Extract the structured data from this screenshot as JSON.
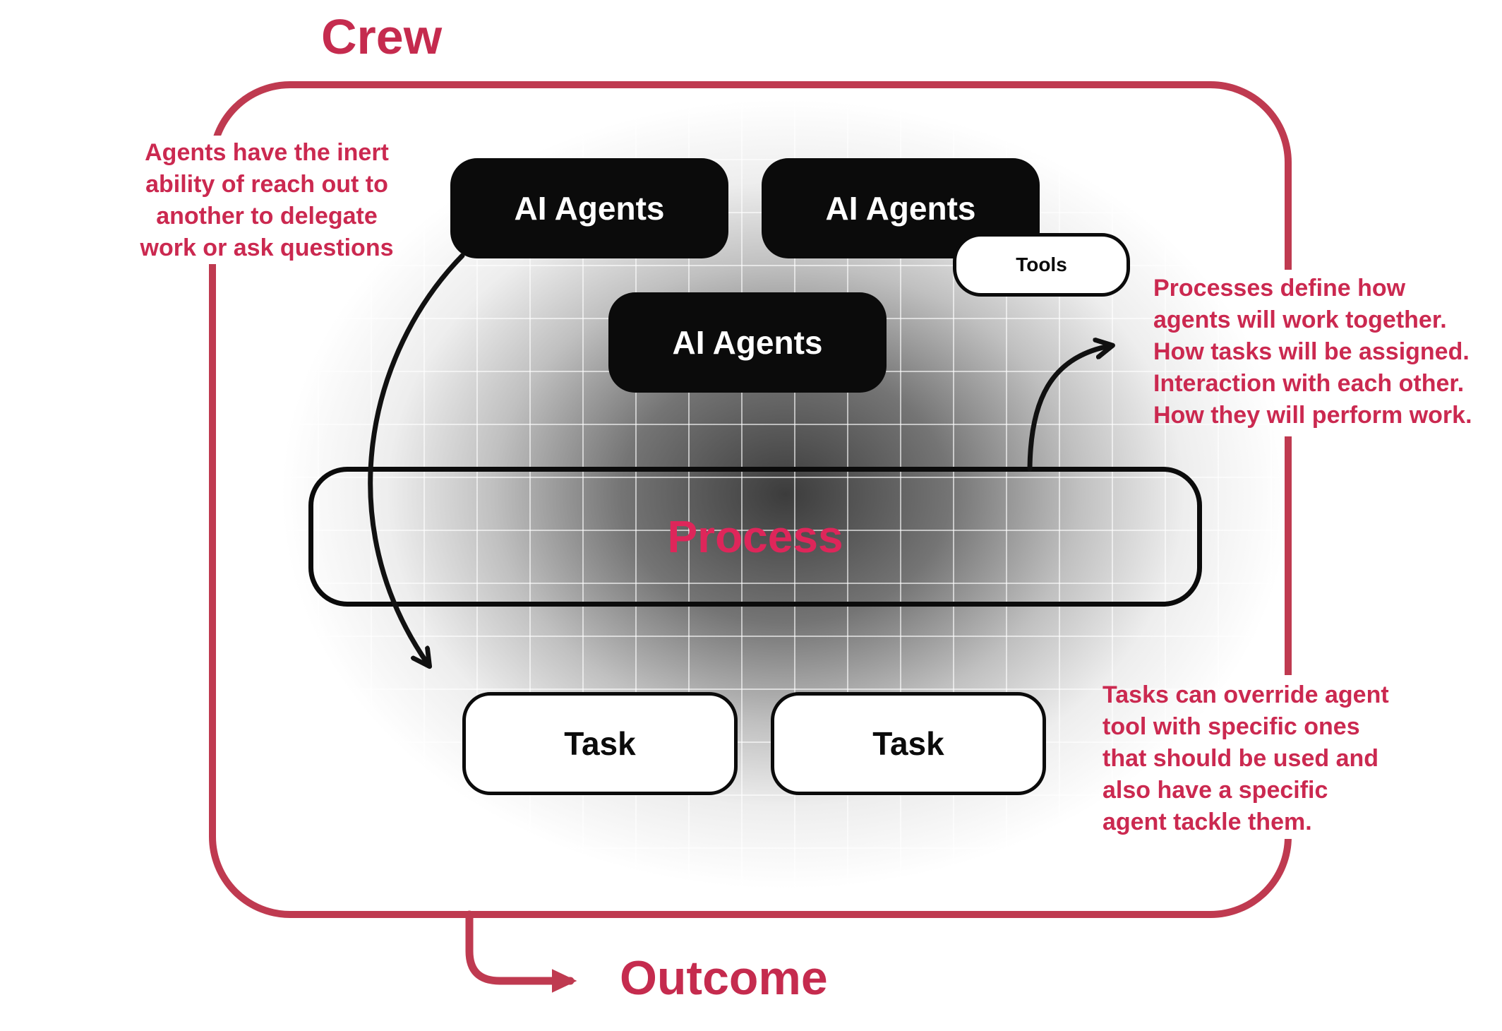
{
  "title": "Crew",
  "outcome": "Outcome",
  "nodes": {
    "agents": [
      "AI Agents",
      "AI Agents",
      "AI Agents"
    ],
    "tools": "Tools",
    "process": "Process",
    "tasks": [
      "Task",
      "Task"
    ]
  },
  "annotations": {
    "left": "Agents have the inert\nability of reach out to\nanother to delegate\nwork or ask questions",
    "right_top": "Processes define how\nagents will work together.\nHow tasks will be assigned.\nInteraction with each other.\nHow they will perform work.",
    "right_bottom": "Tasks can override agent\ntool with specific ones\nthat should be used and\nalso have a specific\nagent tackle them."
  },
  "colors": {
    "border_red": "#bf3a50",
    "heading_red": "#c52b4e",
    "annotation_red": "#cb2950",
    "process_red": "#de265a",
    "node_black": "#0b0b0b"
  },
  "arrows": {
    "delegation": "curved-arrow-down-right",
    "process_note": "curved-arrow-up-right",
    "outcome": "arrow-right"
  }
}
